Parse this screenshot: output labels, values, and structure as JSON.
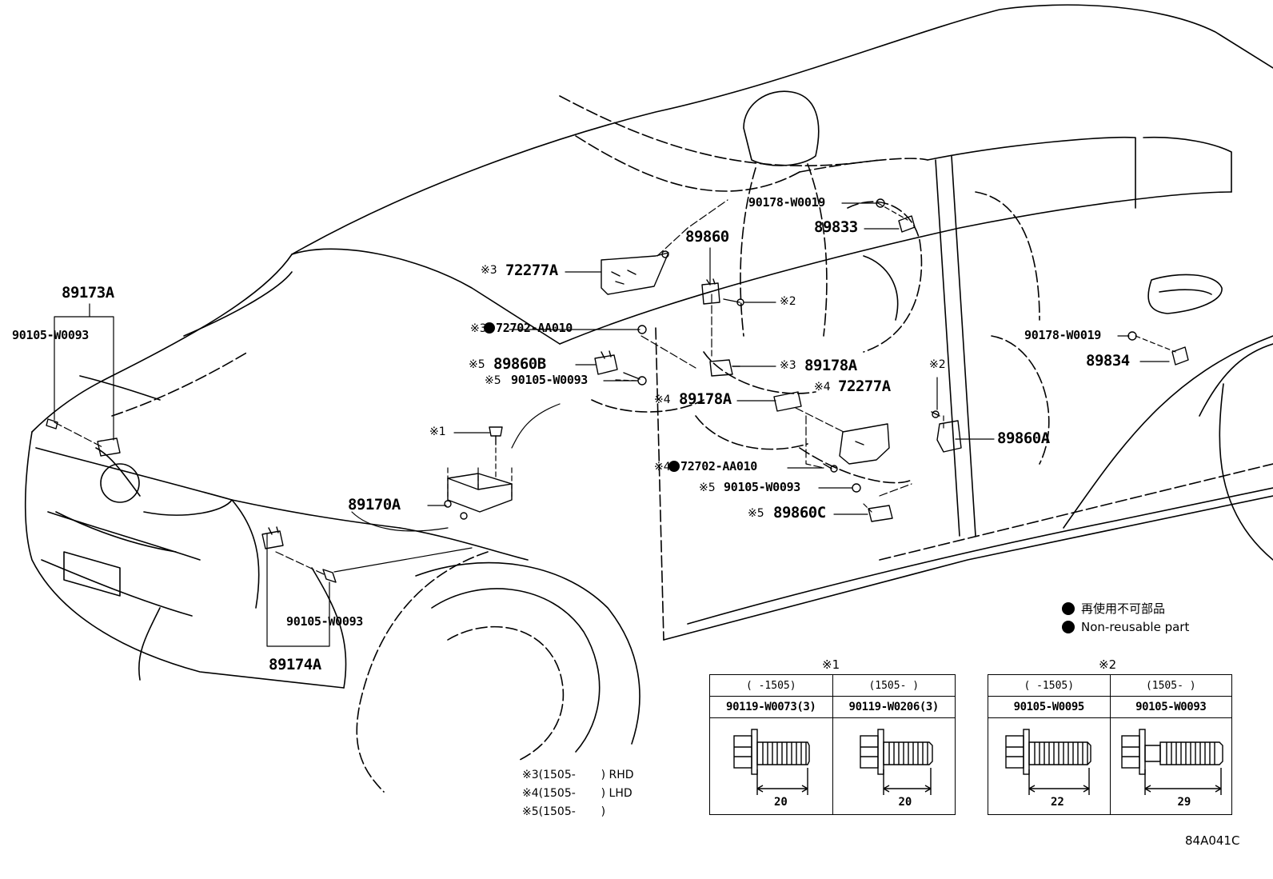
{
  "diagram_code": "84A041C",
  "labels": {
    "p89173A": "89173A",
    "p90105_fl": "90105-W0093",
    "p72277A_top": "72277A",
    "m72277A_top": "※3",
    "p72702_top": "72702-AA010",
    "m72702_top": "※3",
    "p89860B": "89860B",
    "m89860B": "※5",
    "p90105_mid": "90105-W0093",
    "m90105_mid": "※5",
    "m_bolt1": "※1",
    "p89170A": "89170A",
    "p90105_low": "90105-W0093",
    "p89174A": "89174A",
    "p90178_top": "90178-W0019",
    "p89833": "89833",
    "p89860": "89860",
    "m_bolt2_top": "※2",
    "p89178A_r": "89178A",
    "m89178A_r": "※3",
    "p89178A_l": "89178A",
    "m89178A_l": "※4",
    "p72277A_mid": "72277A",
    "m72277A_mid": "※4",
    "p72702_low": "72702-AA010",
    "m72702_low": "※4",
    "p90105_r": "90105-W0093",
    "m90105_r": "※5",
    "p89860C": "89860C",
    "m89860C": "※5",
    "m_bolt2_door": "※2",
    "p89860A": "89860A",
    "p90178_rear": "90178-W0019",
    "p89834": "89834"
  },
  "legend": {
    "jp": "再使用不可部品",
    "en": "Non-reusable part"
  },
  "notes": [
    {
      "mark": "※3",
      "date": "(1505-",
      "side": ") RHD"
    },
    {
      "mark": "※4",
      "date": "(1505-",
      "side": ") LHD"
    },
    {
      "mark": "※5",
      "date": "(1505-",
      "side": ")"
    }
  ],
  "tables": [
    {
      "title": "※1",
      "cols": [
        {
          "date": "(     -1505)",
          "part": "90119-W0073(3)",
          "length": "20"
        },
        {
          "date": "(1505-     )",
          "part": "90119-W0206(3)",
          "length": "20"
        }
      ]
    },
    {
      "title": "※2",
      "cols": [
        {
          "date": "(     -1505)",
          "part": "90105-W0095",
          "length": "22"
        },
        {
          "date": "(1505-     )",
          "part": "90105-W0093",
          "length": "29"
        }
      ]
    }
  ]
}
